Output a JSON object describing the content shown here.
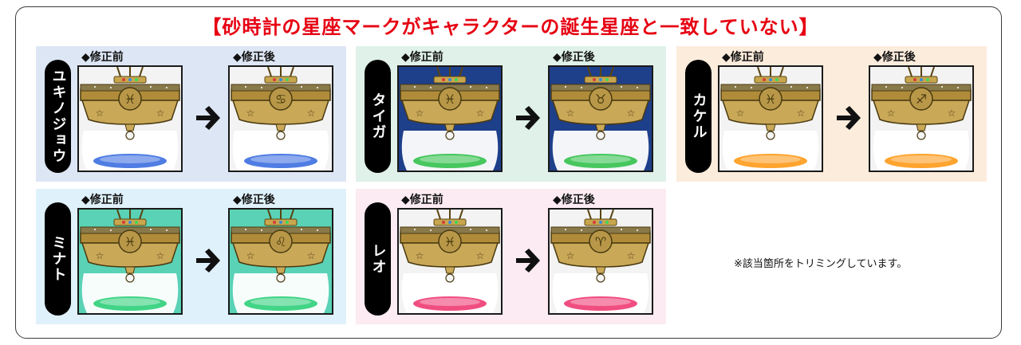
{
  "title": "【砂時計の星座マークがキャラクターの誕生星座と一致していない】",
  "before_label": "◆修正前",
  "after_label": "◆修正後",
  "note": "※該当箇所をトリミングしています。",
  "panels": [
    {
      "name": "ユキノジョウ",
      "bg": "#dde6f4",
      "sand": "#3c6fe0",
      "sky": "#f3f3f3",
      "before_symbol": "♓",
      "after_symbol": "♋"
    },
    {
      "name": "タイガ",
      "bg": "#dff1e8",
      "sand": "#34c24d",
      "sky": "#1e3f8a",
      "before_symbol": "♓",
      "after_symbol": "♉"
    },
    {
      "name": "カケル",
      "bg": "#fcecdc",
      "sand": "#ff9a18",
      "sky": "#f3f3f3",
      "before_symbol": "♓",
      "after_symbol": "♐"
    },
    {
      "name": "ミナト",
      "bg": "#dff1fb",
      "sand": "#2fcf7a",
      "sky": "#5ad2b6",
      "before_symbol": "♓",
      "after_symbol": "♌"
    },
    {
      "name": "レオ",
      "bg": "#fcebf2",
      "sand": "#ee3b73",
      "sky": "#f3f3f3",
      "before_symbol": "♓",
      "after_symbol": "♈"
    }
  ]
}
